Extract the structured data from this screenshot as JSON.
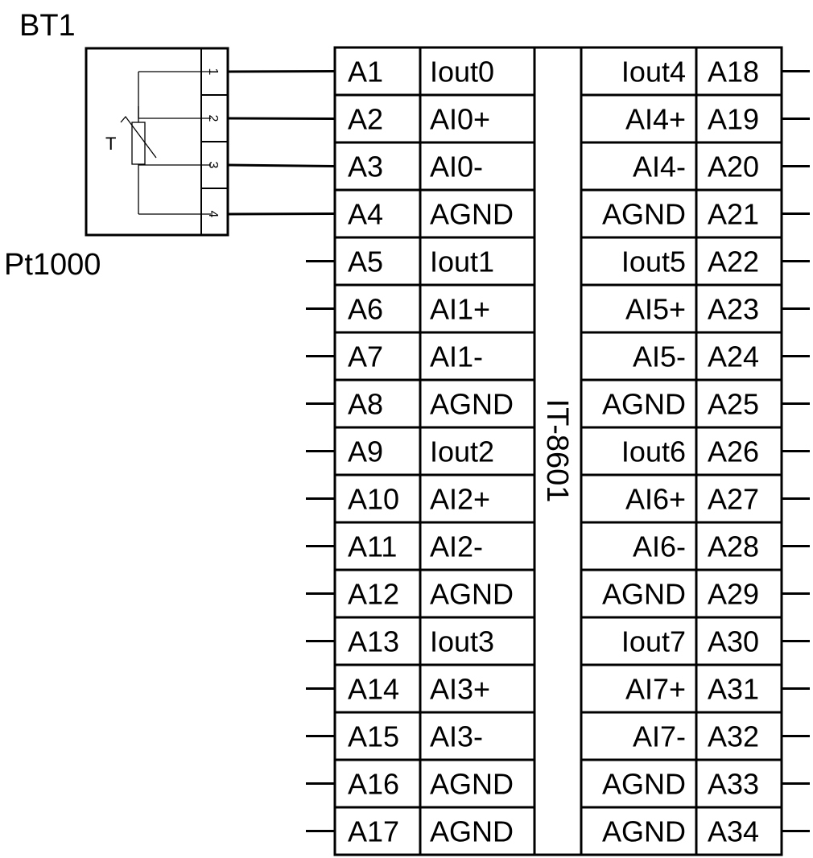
{
  "sensor": {
    "designator": "BT1",
    "type_label": "Pt1000",
    "symbol_label": "T",
    "terminals": [
      "1",
      "2",
      "3",
      "4"
    ]
  },
  "module": {
    "name": "IT-8601",
    "left_pins": [
      {
        "pin": "A1",
        "signal": "Iout0"
      },
      {
        "pin": "A2",
        "signal": "AI0+"
      },
      {
        "pin": "A3",
        "signal": "AI0-"
      },
      {
        "pin": "A4",
        "signal": "AGND"
      },
      {
        "pin": "A5",
        "signal": "Iout1"
      },
      {
        "pin": "A6",
        "signal": "AI1+"
      },
      {
        "pin": "A7",
        "signal": "AI1-"
      },
      {
        "pin": "A8",
        "signal": "AGND"
      },
      {
        "pin": "A9",
        "signal": "Iout2"
      },
      {
        "pin": "A10",
        "signal": "AI2+"
      },
      {
        "pin": "A11",
        "signal": "AI2-"
      },
      {
        "pin": "A12",
        "signal": "AGND"
      },
      {
        "pin": "A13",
        "signal": "Iout3"
      },
      {
        "pin": "A14",
        "signal": "AI3+"
      },
      {
        "pin": "A15",
        "signal": "AI3-"
      },
      {
        "pin": "A16",
        "signal": "AGND"
      },
      {
        "pin": "A17",
        "signal": "AGND"
      }
    ],
    "right_pins": [
      {
        "pin": "A18",
        "signal": "Iout4"
      },
      {
        "pin": "A19",
        "signal": "AI4+"
      },
      {
        "pin": "A20",
        "signal": "AI4-"
      },
      {
        "pin": "A21",
        "signal": "AGND"
      },
      {
        "pin": "A22",
        "signal": "Iout5"
      },
      {
        "pin": "A23",
        "signal": "AI5+"
      },
      {
        "pin": "A24",
        "signal": "AI5-"
      },
      {
        "pin": "A25",
        "signal": "AGND"
      },
      {
        "pin": "A26",
        "signal": "Iout6"
      },
      {
        "pin": "A27",
        "signal": "AI6+"
      },
      {
        "pin": "A28",
        "signal": "AI6-"
      },
      {
        "pin": "A29",
        "signal": "AGND"
      },
      {
        "pin": "A30",
        "signal": "Iout7"
      },
      {
        "pin": "A31",
        "signal": "AI7+"
      },
      {
        "pin": "A32",
        "signal": "AI7-"
      },
      {
        "pin": "A33",
        "signal": "AGND"
      },
      {
        "pin": "A34",
        "signal": "AGND"
      }
    ]
  },
  "connections": [
    {
      "from": "1",
      "to": "A1"
    },
    {
      "from": "2",
      "to": "A2"
    },
    {
      "from": "3",
      "to": "A3"
    },
    {
      "from": "4",
      "to": "A4"
    }
  ]
}
